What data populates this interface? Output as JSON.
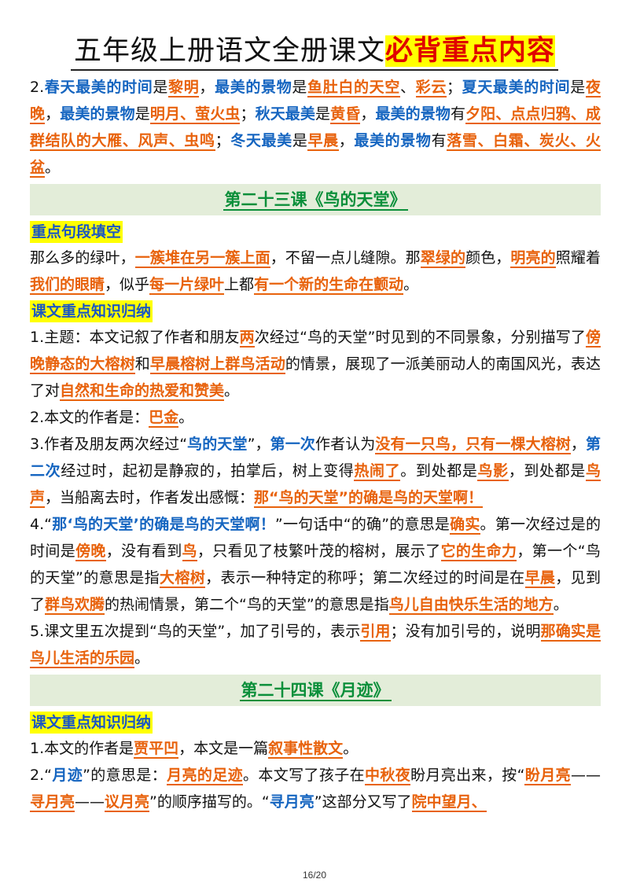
{
  "title": {
    "plain": "五年级上册语文全册课文",
    "highlight": "必背重点内容"
  },
  "p_seasons": {
    "s1": "2.",
    "s2": "春天最美的时间",
    "s3": "是",
    "s4": "黎明",
    "s5": "，",
    "s6": "最美的景物",
    "s7": "是",
    "s8": "鱼肚白的天空",
    "s9": "、",
    "s10": "彩云",
    "s11": "；",
    "s12": "夏天最美的时间",
    "s13": "是",
    "s14": "夜晚",
    "s15": "，",
    "s16": "最美的景物",
    "s17": "是",
    "s18": "明月、萤火虫",
    "s19": "；",
    "s20": "秋天最美",
    "s21": "是",
    "s22": "黄昏",
    "s23": "，",
    "s24": "最美的景物",
    "s25": "有",
    "s26": "夕阳、点点归鸦、成群结队的大雁、风声、虫鸣",
    "s27": "；",
    "s28": "冬天最美",
    "s29": "是",
    "s30": "早晨",
    "s31": "，",
    "s32": "最美的景物",
    "s33": "有",
    "s34": "落雪、白霜、炭火、火盆",
    "s35": "。"
  },
  "lesson23": {
    "heading": "第二十三课《鸟的天堂》",
    "tag_fill": "重点句段填空",
    "fill": {
      "s1": "那么多的绿叶，",
      "s2": "一簇堆在另一簇上面",
      "s3": "，不留一点儿缝隙。那",
      "s4": "翠绿的",
      "s5": "颜色，",
      "s6": "明亮的",
      "s7": "照耀着",
      "s8": "我们的眼睛",
      "s9": "，似乎",
      "s10": "每一片绿叶",
      "s11": "上都",
      "s12": "有一个新的生命在颤动",
      "s13": "。"
    },
    "tag_knowledge": "课文重点知识归纳",
    "p1": {
      "s1": "1.主题：本文记叙了作者和朋友",
      "s2": "两",
      "s3": "次经过“鸟的天堂”时见到的不同景象，分别描写了",
      "s4": "傍晚静态的大榕树",
      "s5": "和",
      "s6": "早晨榕树上群鸟活动",
      "s7": "的情景，展现了一派美丽动人的南国风光，表达了对",
      "s8": "自然和生命的热爱和赞美",
      "s9": "。"
    },
    "p2": {
      "s1": "2.本文的作者是：",
      "s2": "巴金",
      "s3": "。"
    },
    "p3": {
      "s1": "3.作者及朋友两次经过“",
      "s2": "鸟的天堂",
      "s3": "”，",
      "s4": "第一次",
      "s5": "作者认为",
      "s6": "没有一只鸟，只有一棵大榕树",
      "s7": "，",
      "s8": "第二次",
      "s9": "经过时，起初是静寂的，拍掌后，树上变得",
      "s10": "热闹了",
      "s11": "。到处都是",
      "s12": "鸟影",
      "s13": "，到处都是",
      "s14": "鸟声",
      "s15": "，当船离去时，作者发出感慨：",
      "s16": "那“鸟的天堂”的确是鸟的天堂啊！"
    },
    "p4": {
      "s1": "4.“",
      "s2": "那‘鸟的天堂’的确是鸟的天堂啊！",
      "s3": "”一句话中“的确”的意思是",
      "s4": "确实",
      "s5": "。第一次经过是的时间是",
      "s6": "傍晚",
      "s7": "，没有看到",
      "s8": "鸟",
      "s9": "，只看见了枝繁叶茂的榕树，展示了",
      "s10": "它的生命力",
      "s11": "，第一个“鸟的天堂”的意思是指",
      "s12": "大榕树",
      "s13": "，表示一种特定的称呼；第二次经过的时间是在",
      "s14": "早晨",
      "s15": "，见到了",
      "s16": "群鸟欢腾",
      "s17": "的热闹情景，第二个“鸟的天堂”的意思是指",
      "s18": "鸟儿自由快乐生活的地方",
      "s19": "。"
    },
    "p5": {
      "s1": "5.课文里五次提到“鸟的天堂”，加了引号的，表示",
      "s2": "引用",
      "s3": "；没有加引号的，说明",
      "s4": "那确实是鸟儿生活的乐园",
      "s5": "。"
    }
  },
  "lesson24": {
    "heading": "第二十四课《月迹》",
    "tag_knowledge": "课文重点知识归纳",
    "p1": {
      "s1": "1.本文的作者是",
      "s2": "贾平凹",
      "s3": "，本文是一篇",
      "s4": "叙事性散文",
      "s5": "。"
    },
    "p2": {
      "s1": "2.“",
      "s2": "月迹",
      "s3": "”的意思是：",
      "s4": "月亮的足迹",
      "s5": "。本文写了孩子在",
      "s6": "中秋夜",
      "s7": "盼月亮出来，按“",
      "s8": "盼月亮",
      "s9": "——",
      "s10": "寻月亮",
      "s11": "——",
      "s12": "议月亮",
      "s13": "”的顺序描写的。“",
      "s14": "寻月亮",
      "s15": "”这部分又写了",
      "s16": "院中望月、"
    }
  },
  "page_number": "16/20",
  "colors": {
    "blue": "#1565c0",
    "orange": "#e8620c",
    "green": "#0b8f3a",
    "yellow": "#ffff00",
    "red": "#e00000"
  }
}
